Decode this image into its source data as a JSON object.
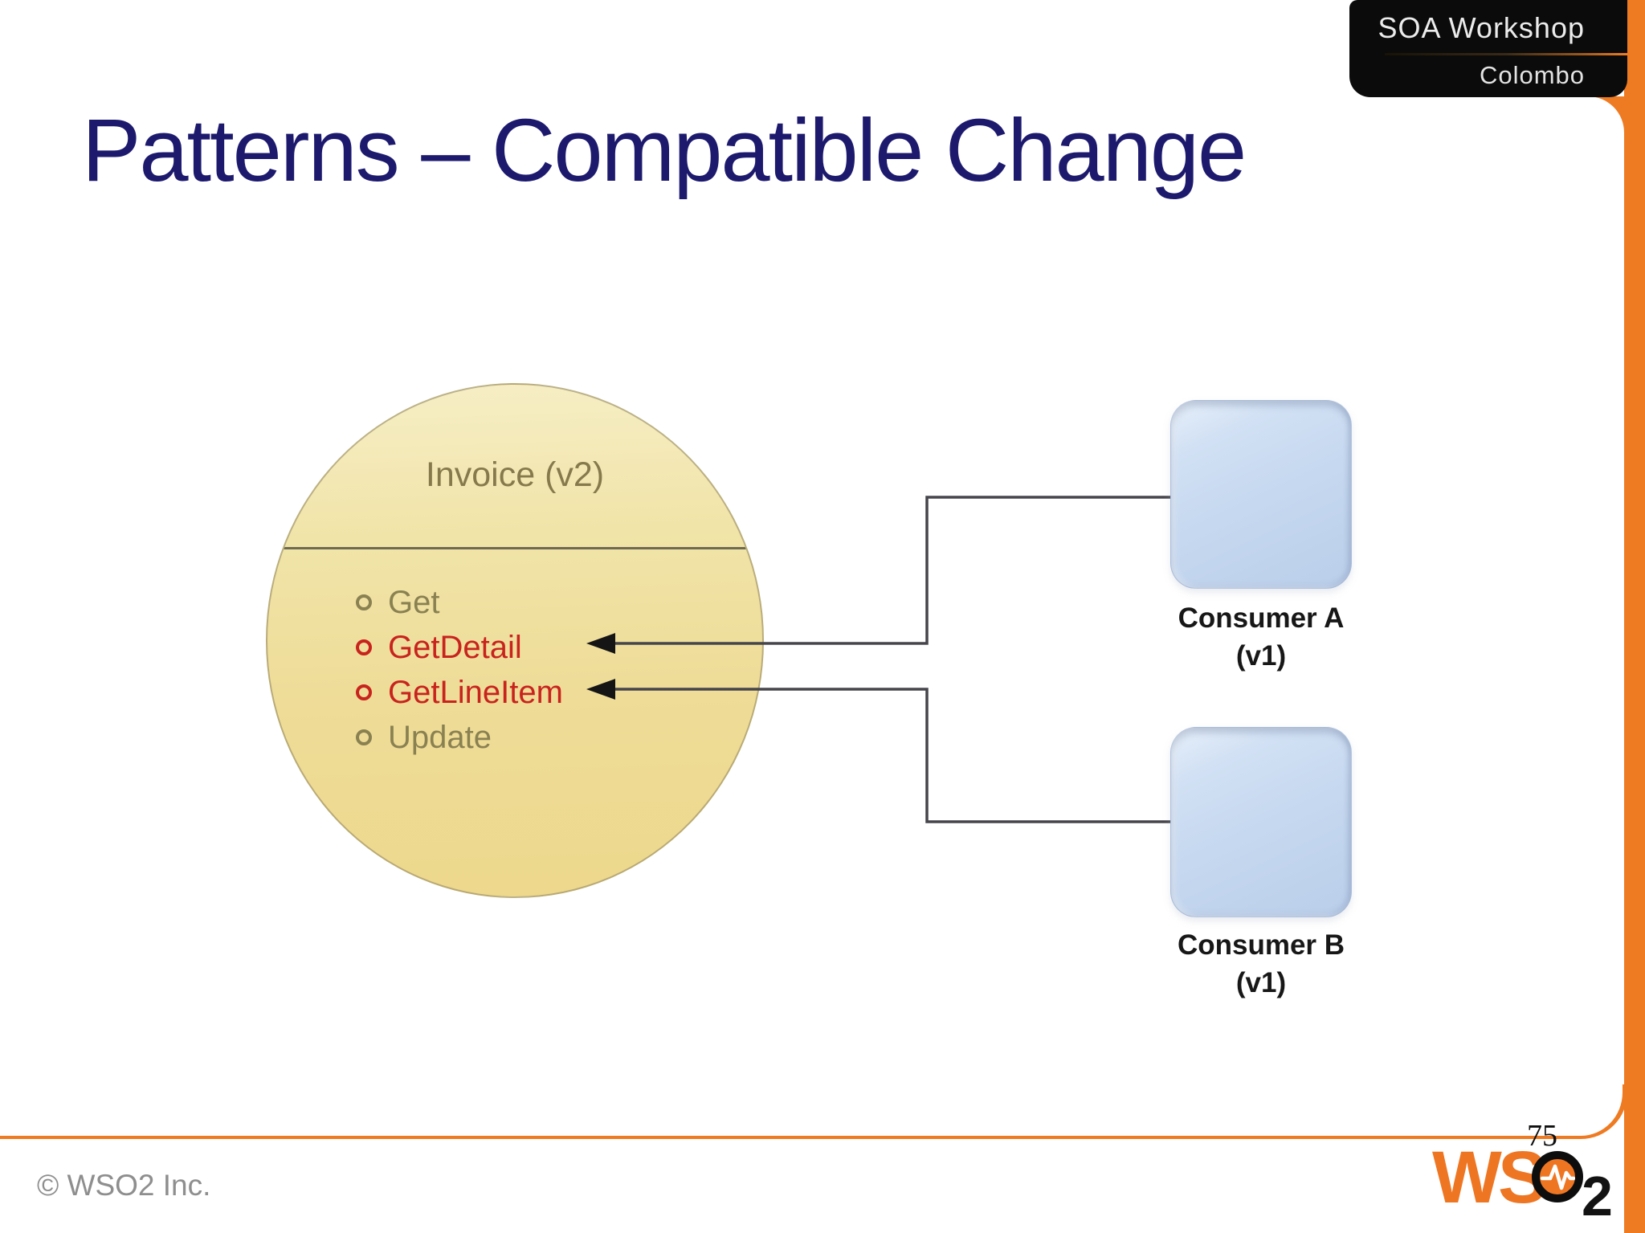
{
  "badge": {
    "line1": "SOA Workshop",
    "line2": "Colombo"
  },
  "title": "Patterns – Compatible Change",
  "diagram": {
    "service": {
      "name": "Invoice (v2)",
      "operations": [
        {
          "label": "Get",
          "state": "same"
        },
        {
          "label": "GetDetail",
          "state": "changed"
        },
        {
          "label": "GetLineItem",
          "state": "changed"
        },
        {
          "label": "Update",
          "state": "same"
        }
      ]
    },
    "consumers": [
      {
        "name": "Consumer A",
        "version": "(v1)"
      },
      {
        "name": "Consumer B",
        "version": "(v1)"
      }
    ]
  },
  "footer": {
    "copyright": "© WSO2 Inc.",
    "page_number": "75",
    "logo": {
      "ws": "WS",
      "subscript": "2"
    }
  },
  "colors": {
    "accent_orange": "#ee7b22",
    "title_navy": "#1d1a6e",
    "changed_red": "#c8231d",
    "unchanged_olive": "#8a8152",
    "connector_gray": "#45454b"
  }
}
